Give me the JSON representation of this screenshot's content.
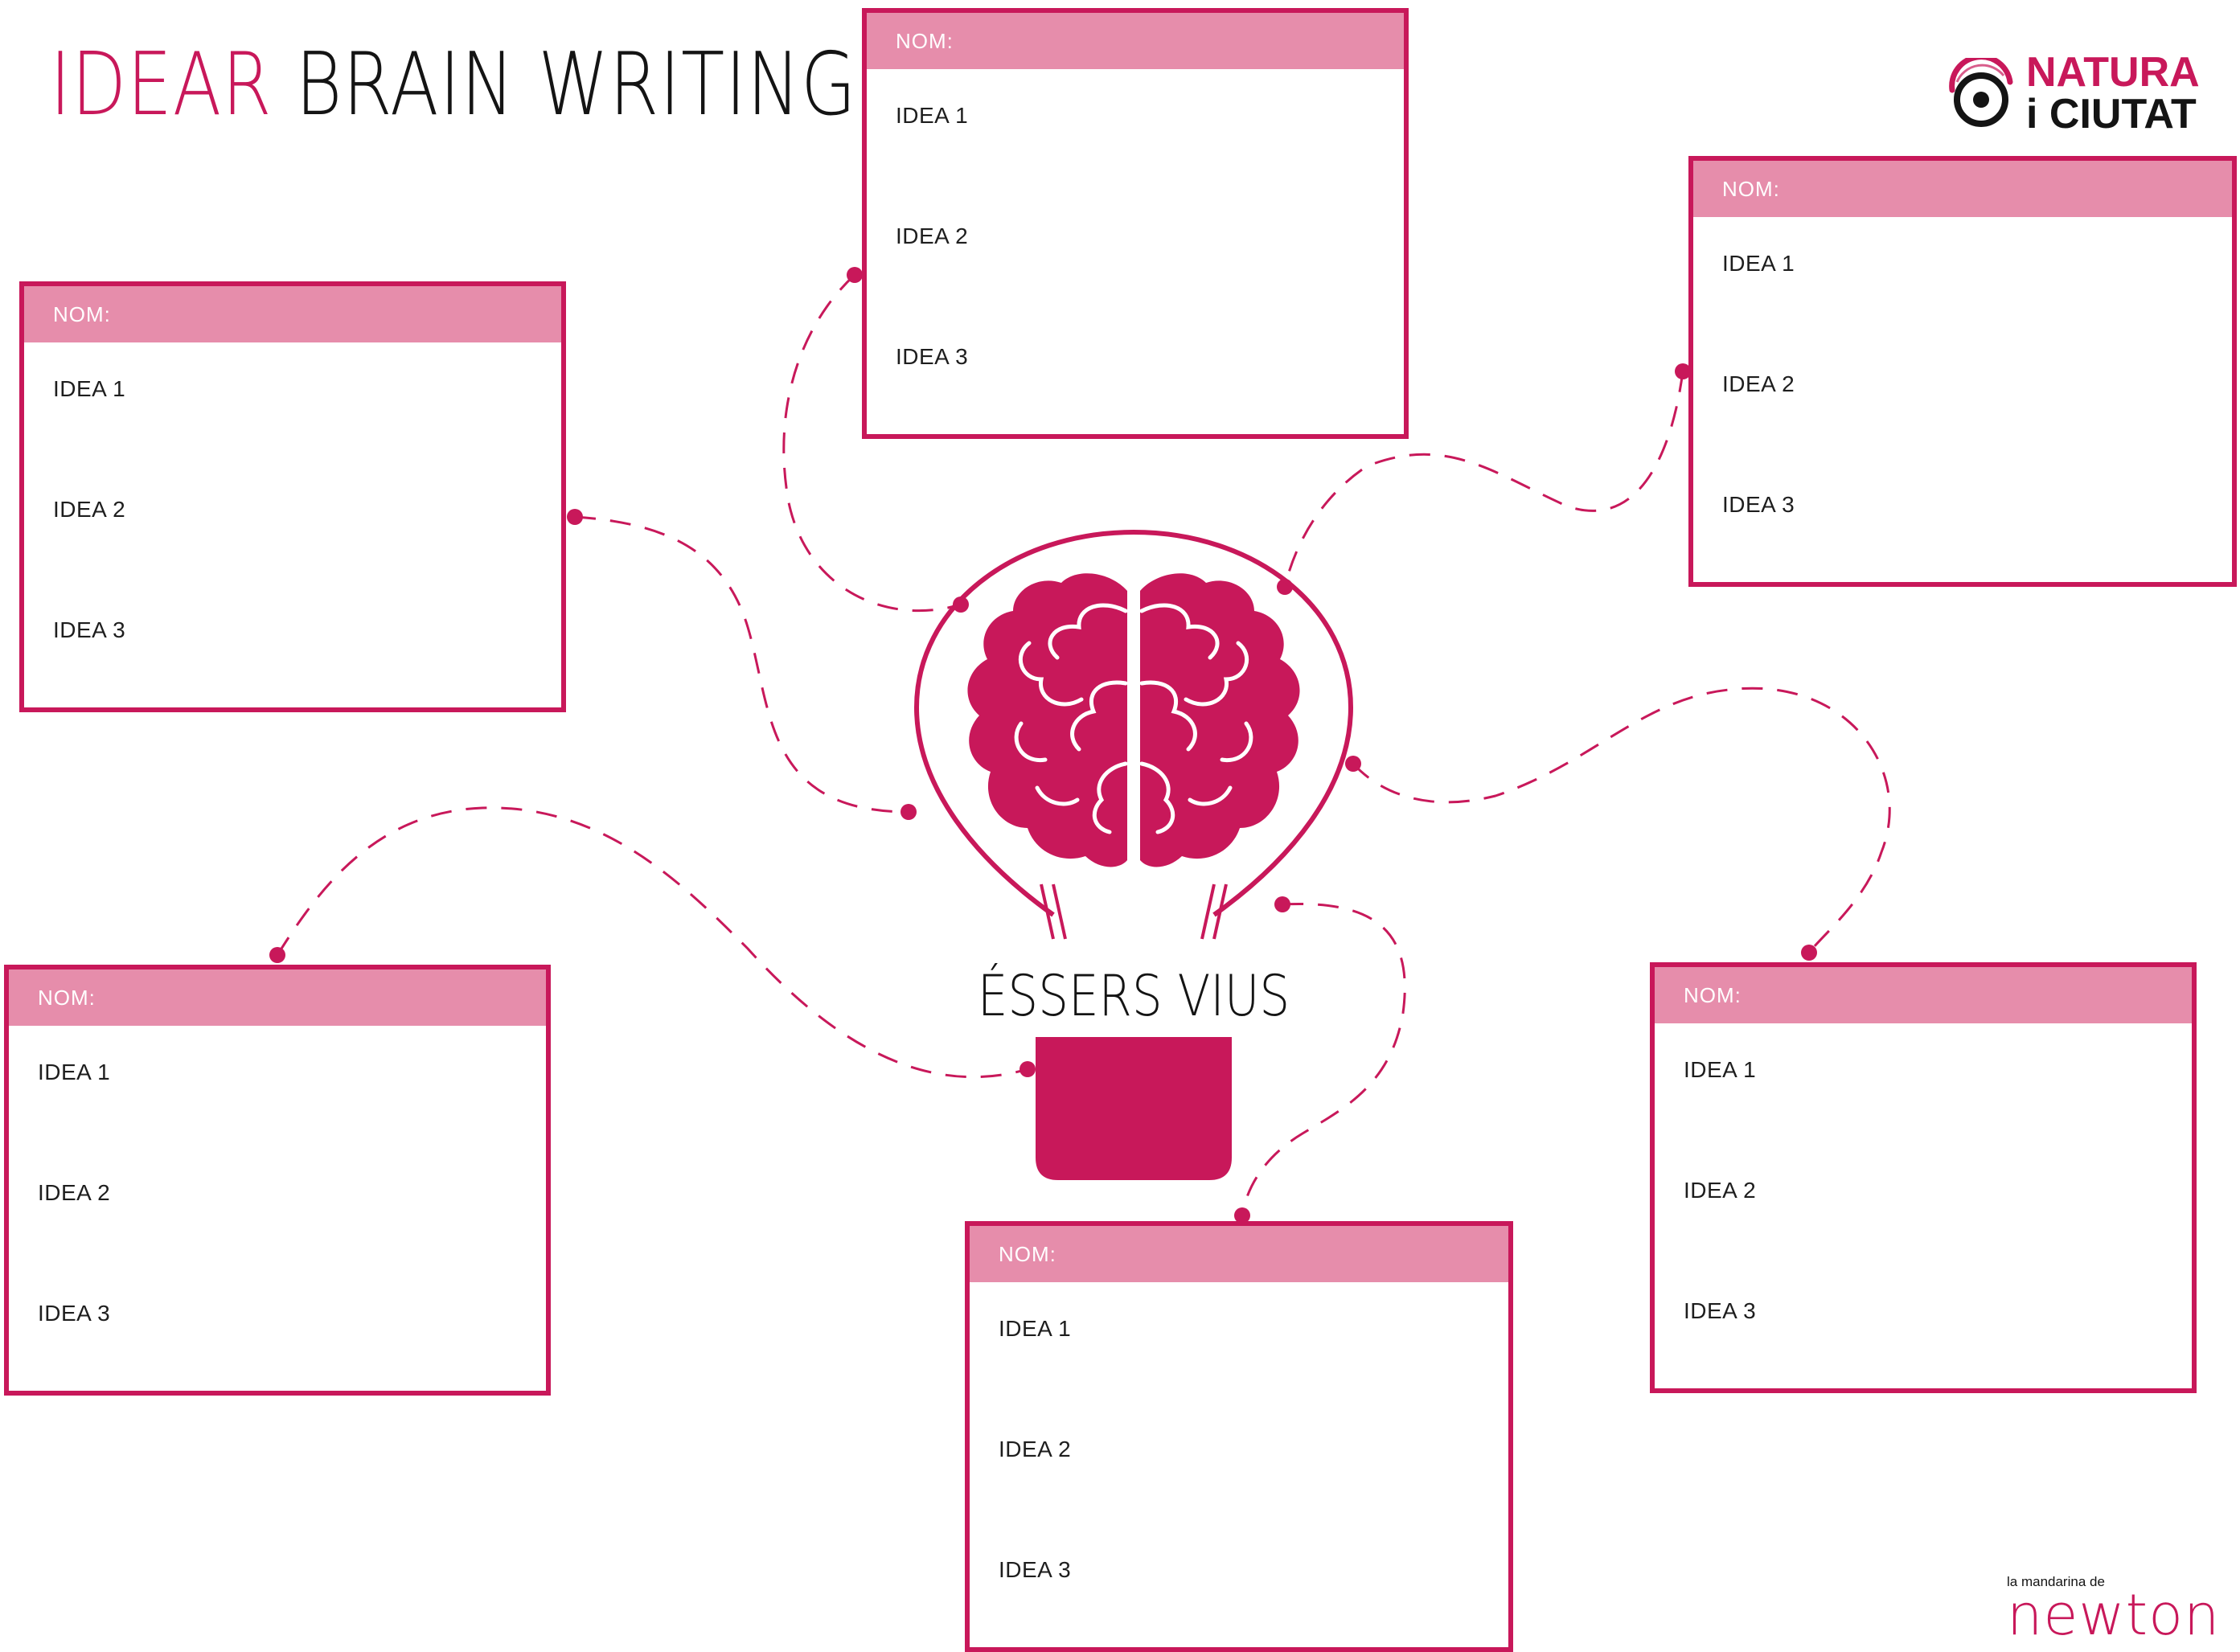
{
  "title": {
    "accent": "IDEAR",
    "main": "BRAIN WRITING"
  },
  "logo": {
    "line1": "NATURA",
    "line2": "i CIUTAT"
  },
  "credit": {
    "small": "la mandarina de",
    "big": "newton"
  },
  "center": {
    "label": "ÉSSERS VIUS"
  },
  "cards": [
    {
      "header": "NOM:",
      "ideas": [
        "IDEA 1",
        "IDEA 2",
        "IDEA 3"
      ]
    },
    {
      "header": "NOM:",
      "ideas": [
        "IDEA 1",
        "IDEA 2",
        "IDEA 3"
      ]
    },
    {
      "header": "NOM:",
      "ideas": [
        "IDEA 1",
        "IDEA 2",
        "IDEA 3"
      ]
    },
    {
      "header": "NOM:",
      "ideas": [
        "IDEA 1",
        "IDEA 2",
        "IDEA 3"
      ]
    },
    {
      "header": "NOM:",
      "ideas": [
        "IDEA 1",
        "IDEA 2",
        "IDEA 3"
      ]
    },
    {
      "header": "NOM:",
      "ideas": [
        "IDEA 1",
        "IDEA 2",
        "IDEA 3"
      ]
    }
  ],
  "colors": {
    "accent": "#c8185a",
    "header": "#e68dab"
  },
  "icons": [
    "brain-icon",
    "lightbulb-icon",
    "natura-logo-icon",
    "newton-logo-icon"
  ]
}
